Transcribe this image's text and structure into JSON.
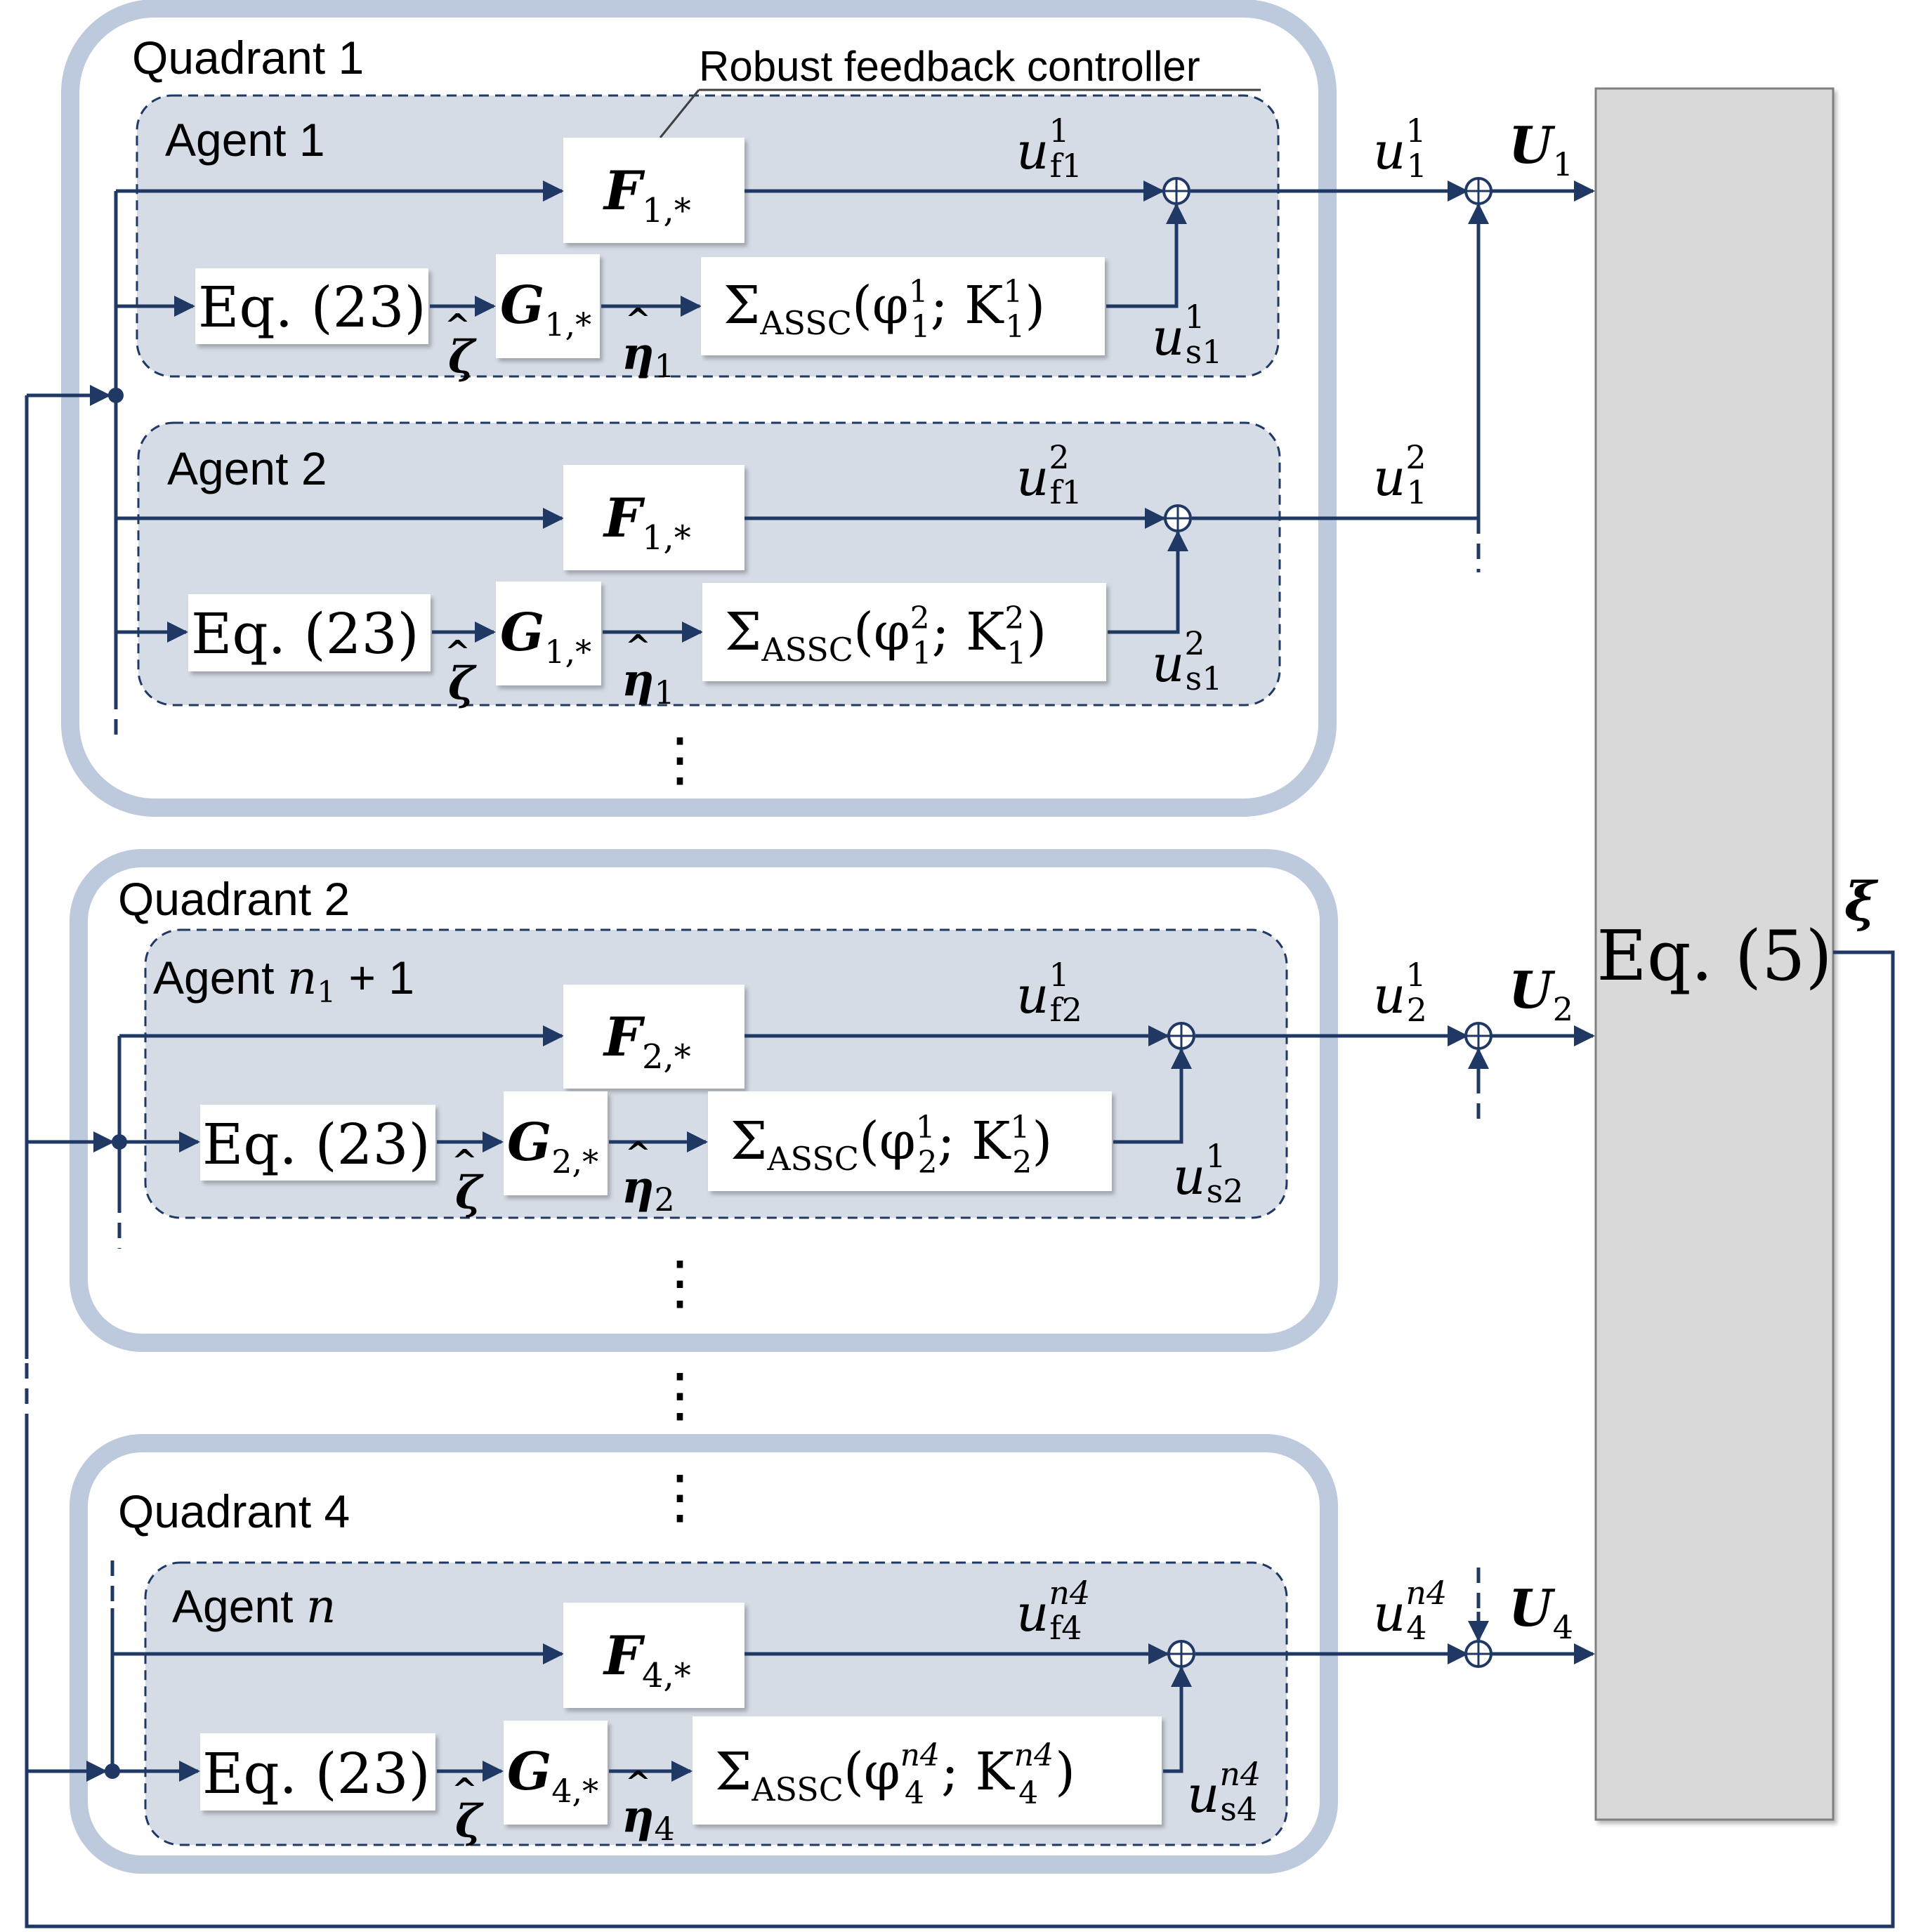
{
  "quadrants": [
    {
      "title": "Quadrant 1",
      "callout": "Robust feedback controller",
      "agents": [
        {
          "title": "Agent 1",
          "f_name": "F",
          "f_sub": "1,*",
          "eq": "Eq. (23)",
          "g_name": "G",
          "g_sub": "1,*",
          "zeta": "ζ",
          "eta": "η",
          "eta_sub": "1",
          "sigma_pre": "Σ",
          "sigma_sub": "ASSC",
          "sigma_args": "(φ",
          "phi_sup": "1",
          "phi_sub": "1",
          "k_sep": "; K",
          "k_sup": "1",
          "k_sub": "1",
          "sigma_close": ")",
          "uf": "u",
          "uf_sup": "1",
          "uf_sub": "f1",
          "us": "u",
          "us_sup": "1",
          "us_sub": "s1"
        },
        {
          "title": "Agent 2",
          "f_name": "F",
          "f_sub": "1,*",
          "eq": "Eq. (23)",
          "g_name": "G",
          "g_sub": "1,*",
          "zeta": "ζ",
          "eta": "η",
          "eta_sub": "1",
          "sigma_pre": "Σ",
          "sigma_sub": "ASSC",
          "sigma_args": "(φ",
          "phi_sup": "2",
          "phi_sub": "1",
          "k_sep": "; K",
          "k_sup": "2",
          "k_sub": "1",
          "sigma_close": ")",
          "uf": "u",
          "uf_sup": "2",
          "uf_sub": "f1",
          "us": "u",
          "us_sup": "2",
          "us_sub": "s1"
        }
      ],
      "ellipsis": "⋮"
    },
    {
      "title": "Quadrant 2",
      "agents": [
        {
          "title_pre": "Agent ",
          "title_var": "n",
          "title_sub": "1",
          "title_post": " + 1",
          "f_name": "F",
          "f_sub": "2,*",
          "eq": "Eq. (23)",
          "g_name": "G",
          "g_sub": "2,*",
          "zeta": "ζ",
          "eta": "η",
          "eta_sub": "2",
          "sigma_pre": "Σ",
          "sigma_sub": "ASSC",
          "sigma_args": "(φ",
          "phi_sup": "1",
          "phi_sub": "2",
          "k_sep": "; K",
          "k_sup": "1",
          "k_sub": "2",
          "sigma_close": ")",
          "uf": "u",
          "uf_sup": "1",
          "uf_sub": "f2",
          "us": "u",
          "us_sup": "1",
          "us_sub": "s2"
        }
      ],
      "ellipsis": "⋮"
    },
    {
      "title": "Quadrant 4",
      "agents": [
        {
          "title_pre": "Agent ",
          "title_var": "n",
          "f_name": "F",
          "f_sub": "4,*",
          "eq": "Eq. (23)",
          "g_name": "G",
          "g_sub": "4,*",
          "zeta": "ζ",
          "eta": "η",
          "eta_sub": "4",
          "sigma_pre": "Σ",
          "sigma_sub": "ASSC",
          "sigma_args": "(φ",
          "phi_sup": "n4",
          "phi_sub": "4",
          "k_sep": "; K",
          "k_sup": "n4",
          "k_sub": "4",
          "sigma_close": ")",
          "uf": "u",
          "uf_sup": "n4",
          "uf_sub": "f4",
          "us": "u",
          "us_sup": "n4",
          "us_sub": "s4"
        }
      ]
    }
  ],
  "between_ellipsis": [
    "⋮",
    "⋮"
  ],
  "outputs": [
    {
      "u": "u",
      "u_sup": "1",
      "u_sub": "1",
      "U": "U",
      "U_sub": "1"
    },
    {
      "u": "u",
      "u_sup": "2",
      "u_sub": "1"
    },
    {
      "u": "u",
      "u_sup": "1",
      "u_sub": "2",
      "U": "U",
      "U_sub": "2"
    },
    {
      "u": "u",
      "u_sup": "n4",
      "u_sub": "4",
      "U": "U",
      "U_sub": "4"
    }
  ],
  "plant": {
    "label": "Eq. (5)",
    "output": "ξ"
  },
  "colors": {
    "quadrant_border": "#bdc9dc",
    "agent_fill": "#d6dce6",
    "agent_border": "#1f3864",
    "wire": "#1f3864",
    "plant_fill": "#d9d9d9"
  }
}
